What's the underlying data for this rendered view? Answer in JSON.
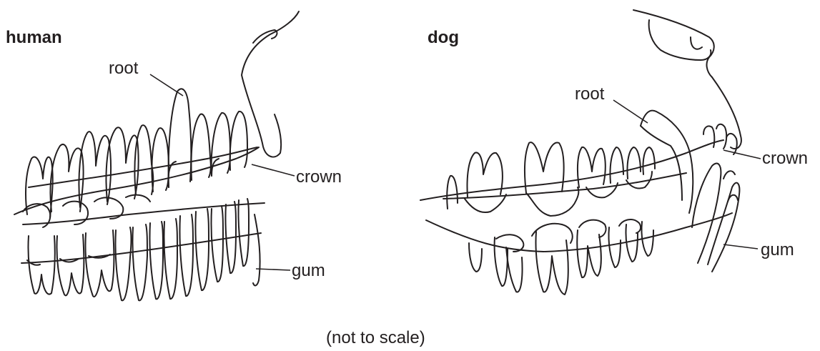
{
  "panels": [
    {
      "title": "human",
      "labels": {
        "root": "root",
        "crown": "crown",
        "gum": "gum"
      }
    },
    {
      "title": "dog",
      "labels": {
        "root": "root",
        "crown": "crown",
        "gum": "gum"
      }
    }
  ],
  "caption": "(not to scale)"
}
